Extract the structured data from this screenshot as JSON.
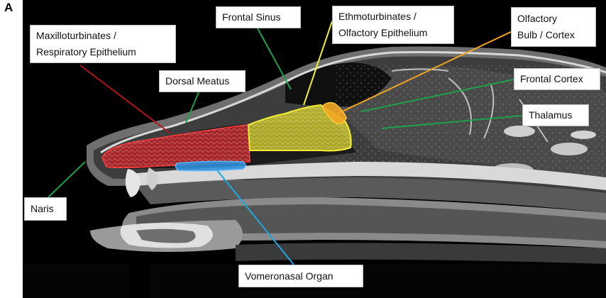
{
  "panel_letter": "A",
  "labels": {
    "frontal_sinus": "Frontal Sinus",
    "maxilloturbinates": [
      "Maxilloturbinates /",
      "Respiratory Epithelium"
    ],
    "ethmoturbinates": [
      "Ethmoturbinates /",
      "Olfactory Epithelium"
    ],
    "olfactory_bulb": [
      "Olfactory",
      "Bulb / Cortex"
    ],
    "dorsal_meatus": "Dorsal Meatus",
    "frontal_cortex": "Frontal Cortex",
    "thalamus": "Thalamus",
    "naris": "Naris",
    "vomeronasal_organ": "Vomeronasal Organ"
  },
  "colors": {
    "maxilloturbinates_region": "#c0282d",
    "maxilloturbinates_pointer": "#b0141c",
    "ethmoturbinates_region": "#f2ee2a",
    "olfactory_bulb_region": "#f2a623",
    "vomeronasal_region": "#2f8fd8",
    "vomeronasal_pointer": "#1ea7e0",
    "green_pointer": "#1fa04a"
  }
}
